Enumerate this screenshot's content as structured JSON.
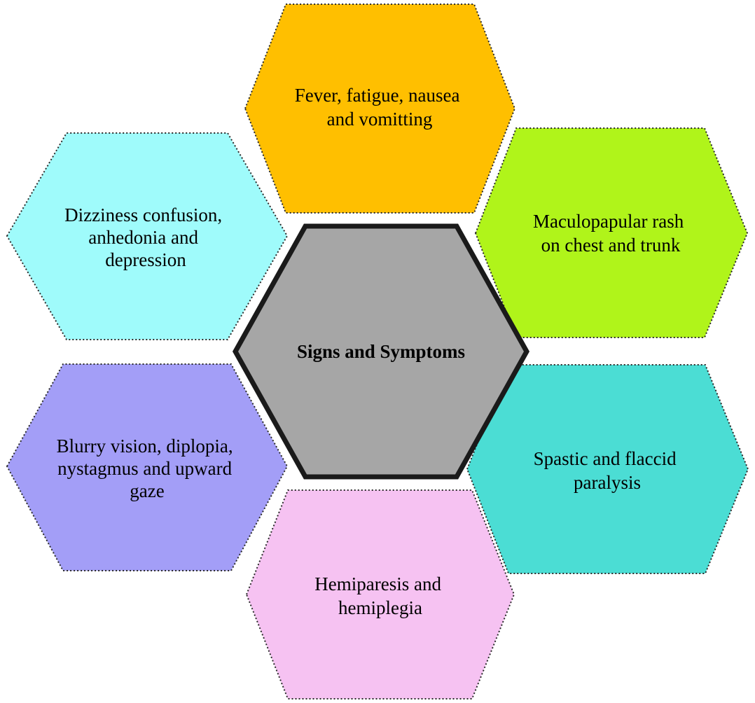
{
  "center": {
    "label": "Signs and Symptoms",
    "fill": "#a6a6a6",
    "stroke": "#1a1a1a"
  },
  "symptoms": [
    {
      "id": "top",
      "lines": [
        "Fever, fatigue, nausea",
        "and vomitting"
      ],
      "fill": "#ffbf00"
    },
    {
      "id": "upper-right",
      "lines": [
        "Maculopapular rash",
        "on chest and trunk"
      ],
      "fill": "#b0f41a"
    },
    {
      "id": "lower-right",
      "lines": [
        "Spastic and flaccid",
        "paralysis"
      ],
      "fill": "#4bddd4"
    },
    {
      "id": "bottom",
      "lines": [
        "Hemiparesis and",
        "hemiplegia"
      ],
      "fill": "#f6c2f2"
    },
    {
      "id": "lower-left",
      "lines": [
        "Blurry vision, diplopia,",
        "nystagmus and upward",
        "gaze"
      ],
      "fill": "#a39ef7"
    },
    {
      "id": "upper-left",
      "lines": [
        "Dizziness confusion,",
        "anhedonia and",
        "depression"
      ],
      "fill": "#9ffbfb"
    }
  ]
}
